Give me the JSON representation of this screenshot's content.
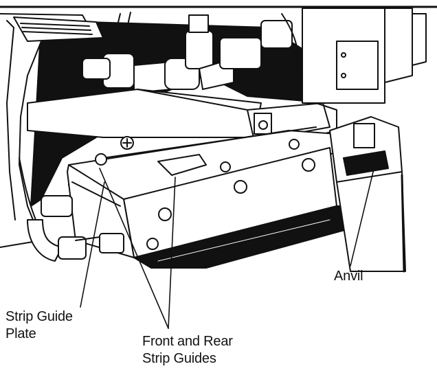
{
  "labels": {
    "anvil": "Anvil",
    "strip_guide_plate": "Strip Guide\nPlate",
    "front_rear_guides": "Front and Rear\nStrip Guides"
  },
  "colors": {
    "ink": "#111111",
    "paper": "#ffffff"
  }
}
